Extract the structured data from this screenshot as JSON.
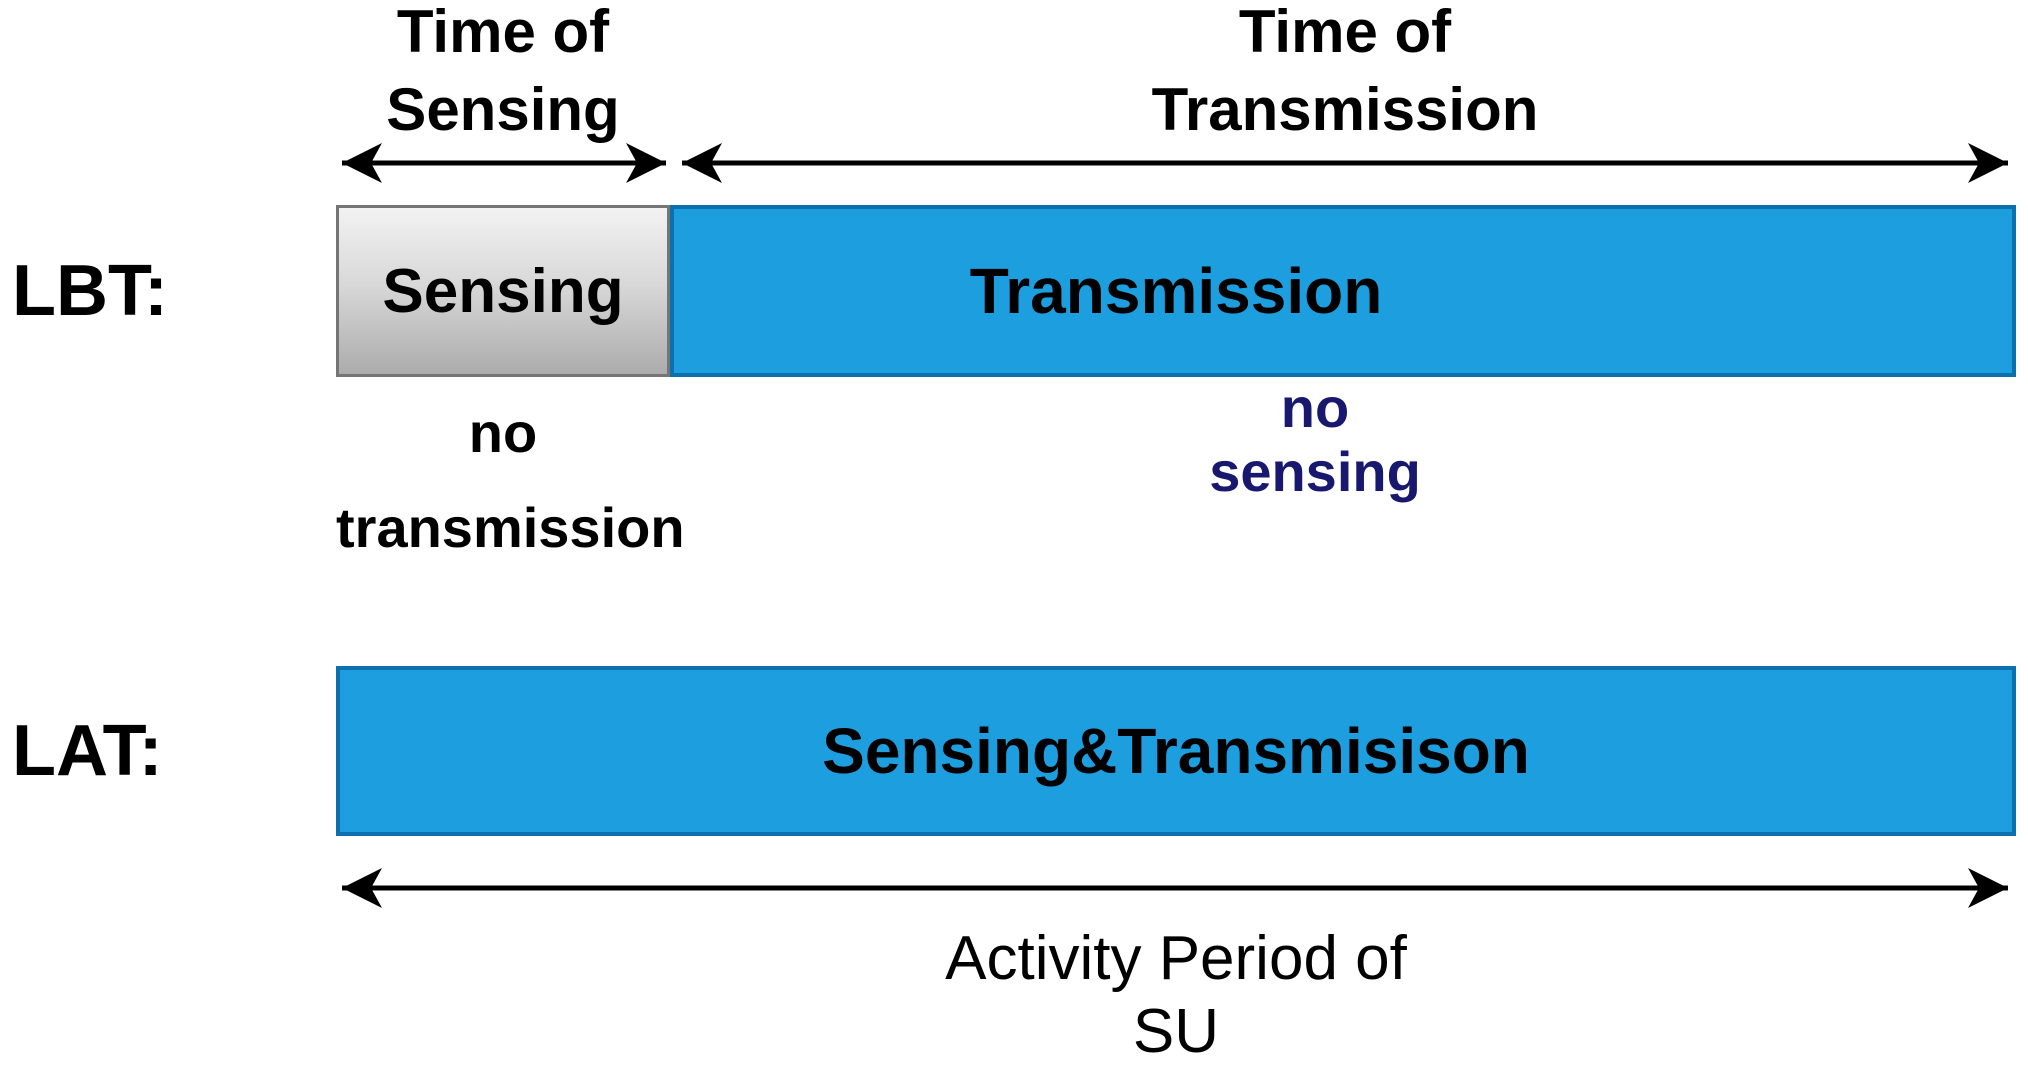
{
  "colors": {
    "blue_fill": "#1D9EDF",
    "blue_border": "#0C70AE",
    "gray_fill_top": "#F2F2F2",
    "gray_fill_bottom": "#ACACAC",
    "gray_border": "#757575",
    "navy_note_text": "#18186E",
    "arrow_and_text_black": "#000000",
    "background": "#FFFFFF"
  },
  "lbt_section": {
    "time_of_sensing_label": "Time of\nSensing",
    "time_of_transmission_label": "Time of\nTransmission",
    "row_label": "LBT:",
    "sensing_box_label": "Sensing",
    "transmission_box_label": "Transmission",
    "note_no_transmission": "no\ntransmission",
    "note_no_sensing": "no\nsensing"
  },
  "lat_section": {
    "row_label": "LAT:",
    "box_label": "Sensing&Transmisison",
    "activity_period_label": "Activity Period of\nSU"
  }
}
